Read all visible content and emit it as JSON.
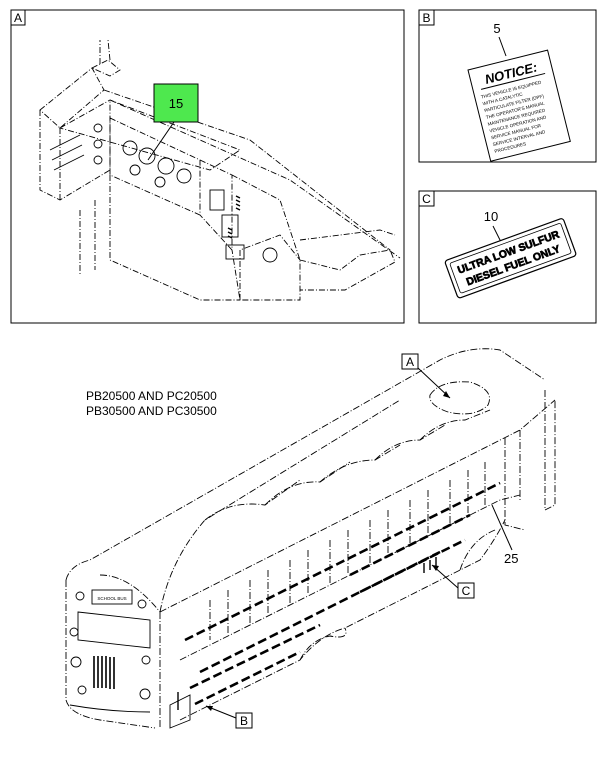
{
  "panels": {
    "a": {
      "letter": "A",
      "callout": "15",
      "highlight_color": "#4ee84e"
    },
    "b": {
      "letter": "B",
      "callout": "5",
      "decal_title": "NOTICE:",
      "decal_lines": [
        "THIS VEHICLE IS EQUIPPED",
        "WITH A CATALYTIC",
        "PARTICULATE FILTER (DPF)",
        "THE OPERATOR'S MANUAL",
        "MAINTENANCE REQUIRED",
        "VEHICLE OPERATION AND",
        "SERVICE MANUAL FOR",
        "SERVICE INTERVAL AND",
        "PROCEDURES"
      ]
    },
    "c": {
      "letter": "C",
      "callout": "10",
      "decal_lines": [
        "ULTRA LOW SULFUR",
        "DIESEL FUEL ONLY"
      ]
    }
  },
  "main": {
    "models_line1": "PB20500 AND PC20500",
    "models_line2": "PB30500 AND PC30500",
    "callout_a": "A",
    "callout_b": "B",
    "callout_c": "C",
    "callout_25": "25",
    "bus_sign": "SCHOOL BUS"
  }
}
